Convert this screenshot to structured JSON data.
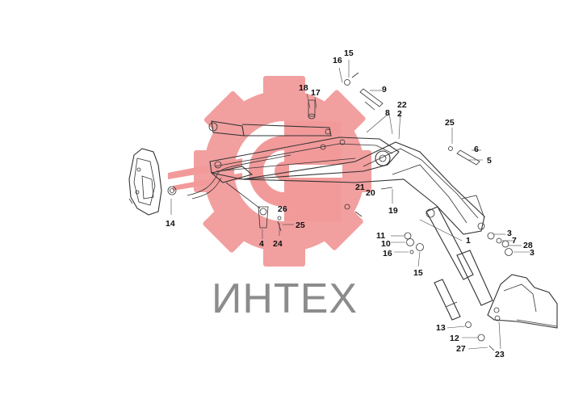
{
  "watermark": {
    "brand_text": "ИНТЕХ",
    "logo_color": "#f29a9a",
    "text_color": "#8c8c8c"
  },
  "callouts": {
    "c1": "1",
    "c2": "2",
    "c3a": "3",
    "c3b": "3",
    "c4": "4",
    "c5": "5",
    "c6": "6",
    "c7": "7",
    "c8": "8",
    "c9": "9",
    "c10": "10",
    "c11": "11",
    "c12": "12",
    "c13": "13",
    "c14": "14",
    "c15a": "15",
    "c15b": "15",
    "c16a": "16",
    "c16b": "16",
    "c17": "17",
    "c18": "18",
    "c19": "19",
    "c20": "20",
    "c21": "21",
    "c22": "22",
    "c23": "23",
    "c24": "24",
    "c25a": "25",
    "c25b": "25",
    "c26": "26",
    "c27": "27",
    "c28": "28"
  }
}
